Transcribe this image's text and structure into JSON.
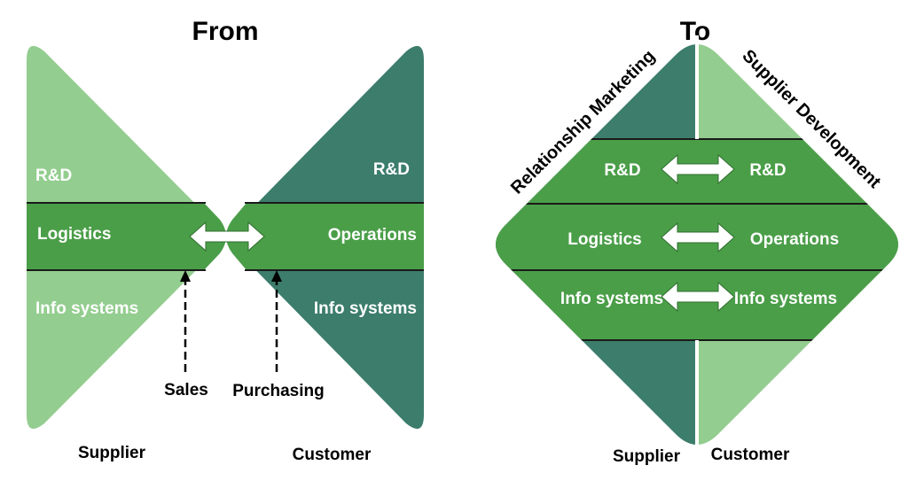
{
  "colors": {
    "light_green": "#93cd8f",
    "dark_teal": "#3c7d6b",
    "band_green": "#4a9e48",
    "divider": "#1a1a1a",
    "arrow": "#ffffff"
  },
  "from": {
    "title": "From",
    "supplier": {
      "label": "Supplier",
      "rows": [
        "R&D",
        "Logistics",
        "Info systems"
      ]
    },
    "customer": {
      "label": "Customer",
      "rows": [
        "R&D",
        "Operations",
        "Info systems"
      ]
    },
    "contacts": [
      "Sales",
      "Purchasing"
    ]
  },
  "to": {
    "title": "To",
    "diagonal_left": "Relationship Marketing",
    "diagonal_right": "Supplier Development",
    "supplier_label": "Supplier",
    "customer_label": "Customer",
    "rows": [
      {
        "left": "R&D",
        "right": "R&D"
      },
      {
        "left": "Logistics",
        "right": "Operations"
      },
      {
        "left": "Info systems",
        "right": "Info systems"
      }
    ]
  }
}
